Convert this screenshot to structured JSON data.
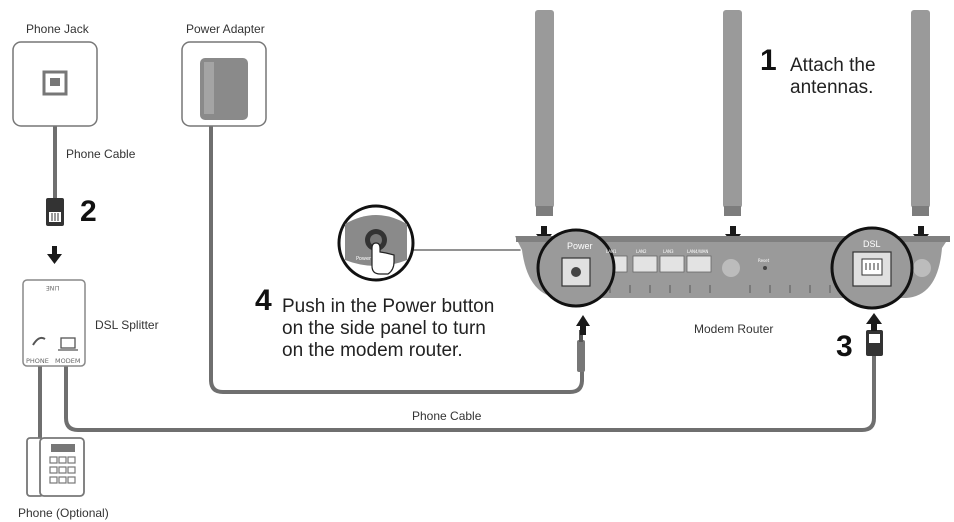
{
  "labels": {
    "phone_jack": "Phone Jack",
    "power_adapter": "Power Adapter",
    "phone_cable_top": "Phone Cable",
    "dsl_splitter": "DSL Splitter",
    "modem_router": "Modem Router",
    "phone_cable_bottom": "Phone Cable",
    "phone_optional": "Phone (Optional)"
  },
  "splitter": {
    "line_port": "LINE",
    "phone_port": "PHONE",
    "modem_port": "MODEM"
  },
  "router": {
    "power_label": "Power",
    "dsl_label": "DSL",
    "lan_ports": [
      "LAN1",
      "LAN2",
      "LAN3",
      "LAN4/WAN"
    ],
    "reset_label": "Reset",
    "power_button_label": "Power On/Off"
  },
  "steps": [
    {
      "number": "1",
      "lines": [
        "Attach the",
        "antennas."
      ]
    },
    {
      "number": "2",
      "lines": []
    },
    {
      "number": "3",
      "lines": []
    },
    {
      "number": "4",
      "lines": [
        "Push in the Power button",
        "on the side panel to turn",
        "on the modem router."
      ]
    }
  ],
  "colors": {
    "line": "#6f6f6f",
    "device": "#9a9a9a",
    "device_dark": "#7d7d7d",
    "arrow": "#1a1a1a"
  }
}
